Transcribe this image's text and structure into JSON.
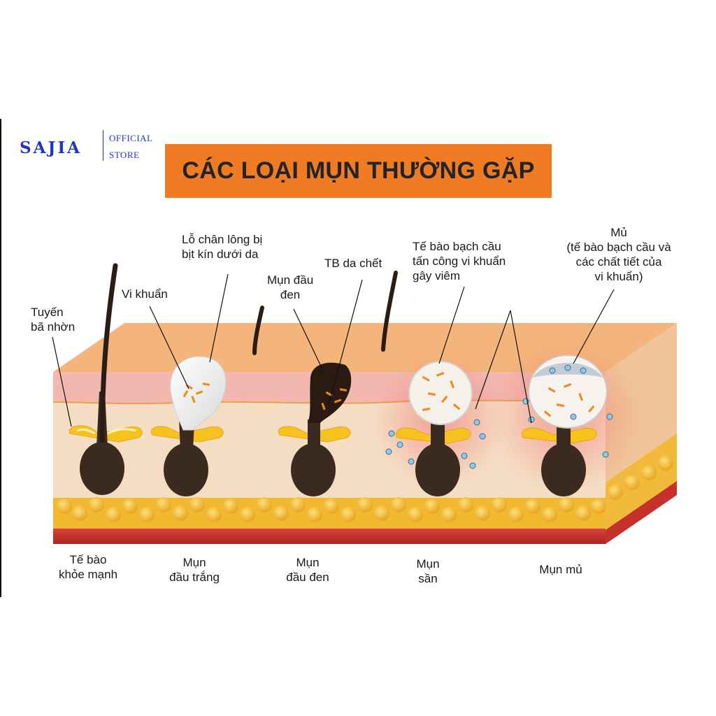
{
  "brand": {
    "name": "SAJIA",
    "line1": "OFFICIAL",
    "line2": "STORE"
  },
  "title": "CÁC LOẠI MỤN THƯỜNG GẶP",
  "colors": {
    "title_bg": "#ef7c22",
    "brand": "#1f35c8",
    "epidermis": "#f3b57c",
    "dermis": "#f4ddc3",
    "fat": "#f2b830",
    "muscle": "#c5312b",
    "follicle": "#3a2a20",
    "sebum": "#f6c21e",
    "inflammation": "#f26b6b"
  },
  "callouts": {
    "sebaceous_gland": [
      "Tuyến",
      "bã nhờn"
    ],
    "bacteria": [
      "Vi khuẩn"
    ],
    "clogged_pore": [
      "Lỗ chân lông bị",
      "bịt kín dưới da"
    ],
    "blackhead": [
      "Mụn đầu",
      "đen"
    ],
    "dead_skin": [
      "TB da chết"
    ],
    "white_cells": [
      "Tế bào bạch cầu",
      "tấn công vi khuẩn",
      "gây viêm"
    ],
    "pus": [
      "Mủ",
      "(tế bào bạch cầu và",
      "các chất tiết của",
      "vi khuẩn)"
    ]
  },
  "stages": [
    {
      "line1": "Tế bào",
      "line2": "khỏe mạnh"
    },
    {
      "line1": "Mụn",
      "line2": "đầu trắng"
    },
    {
      "line1": "Mụn",
      "line2": "đầu đen"
    },
    {
      "line1": "Mụn",
      "line2": "sần"
    },
    {
      "line1": "Mụn mủ",
      "line2": ""
    }
  ]
}
